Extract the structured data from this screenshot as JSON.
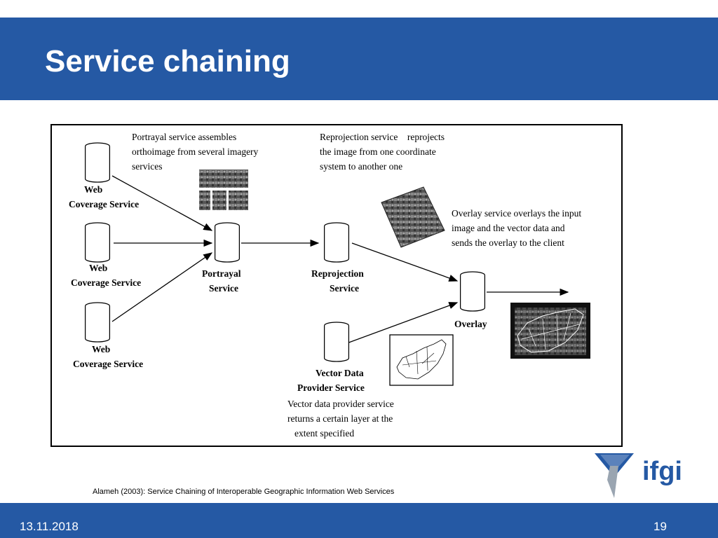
{
  "slide": {
    "title": "Service chaining",
    "date": "13.11.2018",
    "page_number": "19",
    "citation": "Alameh (2003): Service Chaining of Interoperable Geographic Information Web Services"
  },
  "logo": {
    "text": "ifgi",
    "color": "#2559a4"
  },
  "colors": {
    "accent": "#2559a4",
    "text_on_accent": "#ffffff"
  },
  "diagram": {
    "nodes": {
      "wcs1": [
        "Web",
        "Coverage Service"
      ],
      "wcs2": [
        "Web",
        "Coverage Service"
      ],
      "wcs3": [
        "Web",
        "Coverage Service"
      ],
      "portrayal": [
        "Portrayal",
        "Service"
      ],
      "reprojection": [
        "Reprojection",
        "Service"
      ],
      "vector": [
        "Vector Data",
        "Provider Service"
      ],
      "overlay": [
        "Overlay"
      ]
    },
    "notes": {
      "portrayal": [
        "Portrayal service assembles",
        "orthoimage from several imagery",
        "services"
      ],
      "reprojection": [
        "Reprojection service    reprojects",
        "the image from one coordinate",
        "system to another one"
      ],
      "overlay": [
        "Overlay service overlays the input",
        "image and the vector data and",
        "sends the overlay to the client"
      ],
      "vector": [
        "Vector data provider service",
        "returns a certain layer at the",
        "extent specified"
      ]
    }
  }
}
